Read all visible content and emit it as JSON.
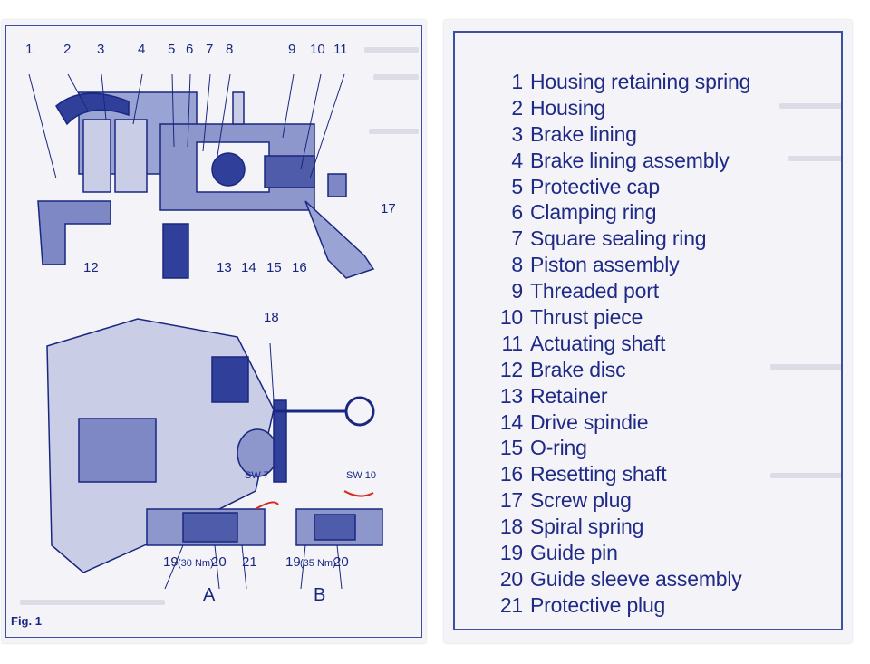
{
  "figure": {
    "label": "Fig. 1",
    "callouts_top": [
      "1",
      "2",
      "3",
      "4",
      "5",
      "6",
      "7",
      "8",
      "9",
      "10",
      "11",
      "17",
      "12",
      "13",
      "14",
      "15",
      "16"
    ],
    "callout_18": "18",
    "torque_a": "SW 7",
    "torque_b": "SW 10",
    "bottom_a": {
      "n19": "19",
      "nm": "(30 Nm)",
      "n20": "20",
      "n21": "21",
      "letter": "A"
    },
    "bottom_b": {
      "n19": "19",
      "nm": "(35 Nm)",
      "n20": "20",
      "letter": "B"
    }
  },
  "parts": [
    {
      "num": "1",
      "name": "Housing retaining spring"
    },
    {
      "num": "2",
      "name": "Housing"
    },
    {
      "num": "3",
      "name": "Brake lining"
    },
    {
      "num": "4",
      "name": "Brake lining assembly"
    },
    {
      "num": "5",
      "name": "Protective cap"
    },
    {
      "num": "6",
      "name": "Clamping ring"
    },
    {
      "num": "7",
      "name": "Square sealing ring"
    },
    {
      "num": "8",
      "name": "Piston assembly"
    },
    {
      "num": "9",
      "name": "Threaded port"
    },
    {
      "num": "10",
      "name": "Thrust piece"
    },
    {
      "num": "11",
      "name": "Actuating shaft"
    },
    {
      "num": "12",
      "name": "Brake disc"
    },
    {
      "num": "13",
      "name": "Retainer"
    },
    {
      "num": "14",
      "name": "Drive spindie"
    },
    {
      "num": "15",
      "name": "O-ring"
    },
    {
      "num": "16",
      "name": "Resetting shaft"
    },
    {
      "num": "17",
      "name": "Screw plug"
    },
    {
      "num": "18",
      "name": "Spiral spring"
    },
    {
      "num": "19",
      "name": "Guide pin"
    },
    {
      "num": "20",
      "name": "Guide sleeve assembly"
    },
    {
      "num": "21",
      "name": "Protective plug"
    }
  ],
  "colors": {
    "ink": "#1f2a86",
    "accent_red": "#d8281e",
    "diagram_blue": "#2f3f9a"
  }
}
